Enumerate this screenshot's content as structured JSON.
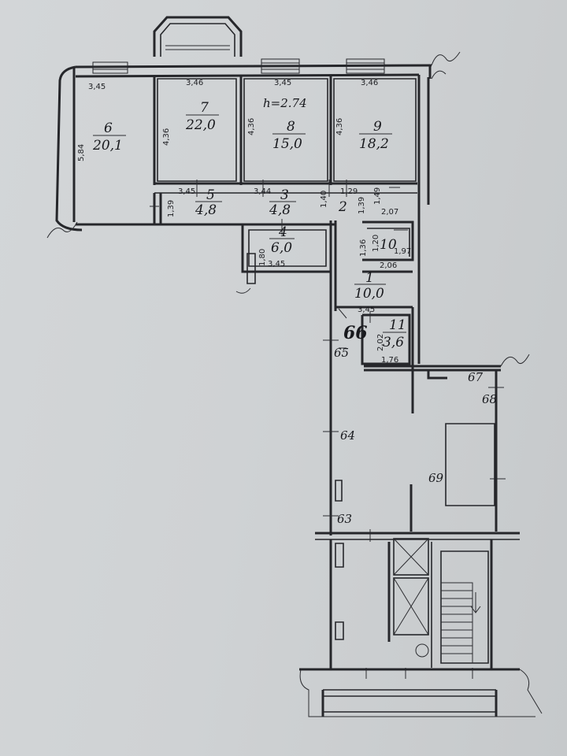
{
  "ceiling_height": "h=2.74",
  "rooms": [
    {
      "id": "room-6",
      "num": "6",
      "area": "20,1"
    },
    {
      "id": "room-7",
      "num": "7",
      "area": "22,0"
    },
    {
      "id": "room-8",
      "num": "8",
      "area": "15,0"
    },
    {
      "id": "room-9",
      "num": "9",
      "area": "18,2"
    },
    {
      "id": "room-5",
      "num": "5",
      "area": "4,8"
    },
    {
      "id": "room-3",
      "num": "3",
      "area": "4,8"
    },
    {
      "id": "room-2",
      "num": "2",
      "area": ""
    },
    {
      "id": "room-4",
      "num": "4",
      "area": "6,0"
    },
    {
      "id": "room-10",
      "num": "10",
      "area": ""
    },
    {
      "id": "room-1",
      "num": "1",
      "area": "10,0"
    },
    {
      "id": "room-11",
      "num": "11",
      "area": "3,6"
    }
  ],
  "dimensions": [
    "3,45",
    "3,46",
    "3,45",
    "3,46",
    "5,84",
    "4,36",
    "4,36",
    "4,36",
    "1,39",
    "3,45",
    "3,44",
    "1,40",
    "1,29",
    "1,39",
    "1,49",
    "2,07",
    "1,80",
    "3,45",
    "1,36",
    "1,20",
    "1,97",
    "2,06",
    "3,45",
    "2,02",
    "1,76"
  ],
  "unit_label": "66",
  "neighbor_labels": [
    "65",
    "64",
    "63",
    "67",
    "68",
    "69"
  ]
}
